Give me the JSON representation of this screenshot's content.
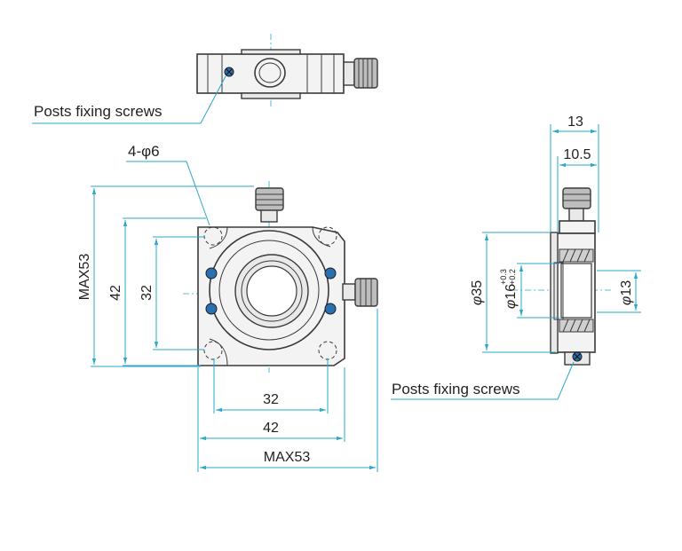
{
  "views": {
    "top": {
      "screw_label": "Posts fixing screws"
    },
    "front": {
      "hole_label": "4-φ6",
      "dim_vertical_outer": "MAX53",
      "dim_vertical_mid": "42",
      "dim_vertical_inner": "32",
      "dim_horizontal_inner": "32",
      "dim_horizontal_mid": "42",
      "dim_horizontal_outer": "MAX53"
    },
    "side": {
      "dim_width_total": "13",
      "dim_width_inner": "10.5",
      "dim_outer_diameter": "35",
      "dim_clear_aperture": "16",
      "tol_upper": "+0.3",
      "tol_lower": "+0.2",
      "dim_inner_diameter": "13",
      "phi_symbol": "φ",
      "screw_label": "Posts fixing screws"
    }
  },
  "colors": {
    "dimension_line": "#2aa7c9",
    "outline": "#3a3a3a",
    "screw": "#2a6fb0"
  }
}
